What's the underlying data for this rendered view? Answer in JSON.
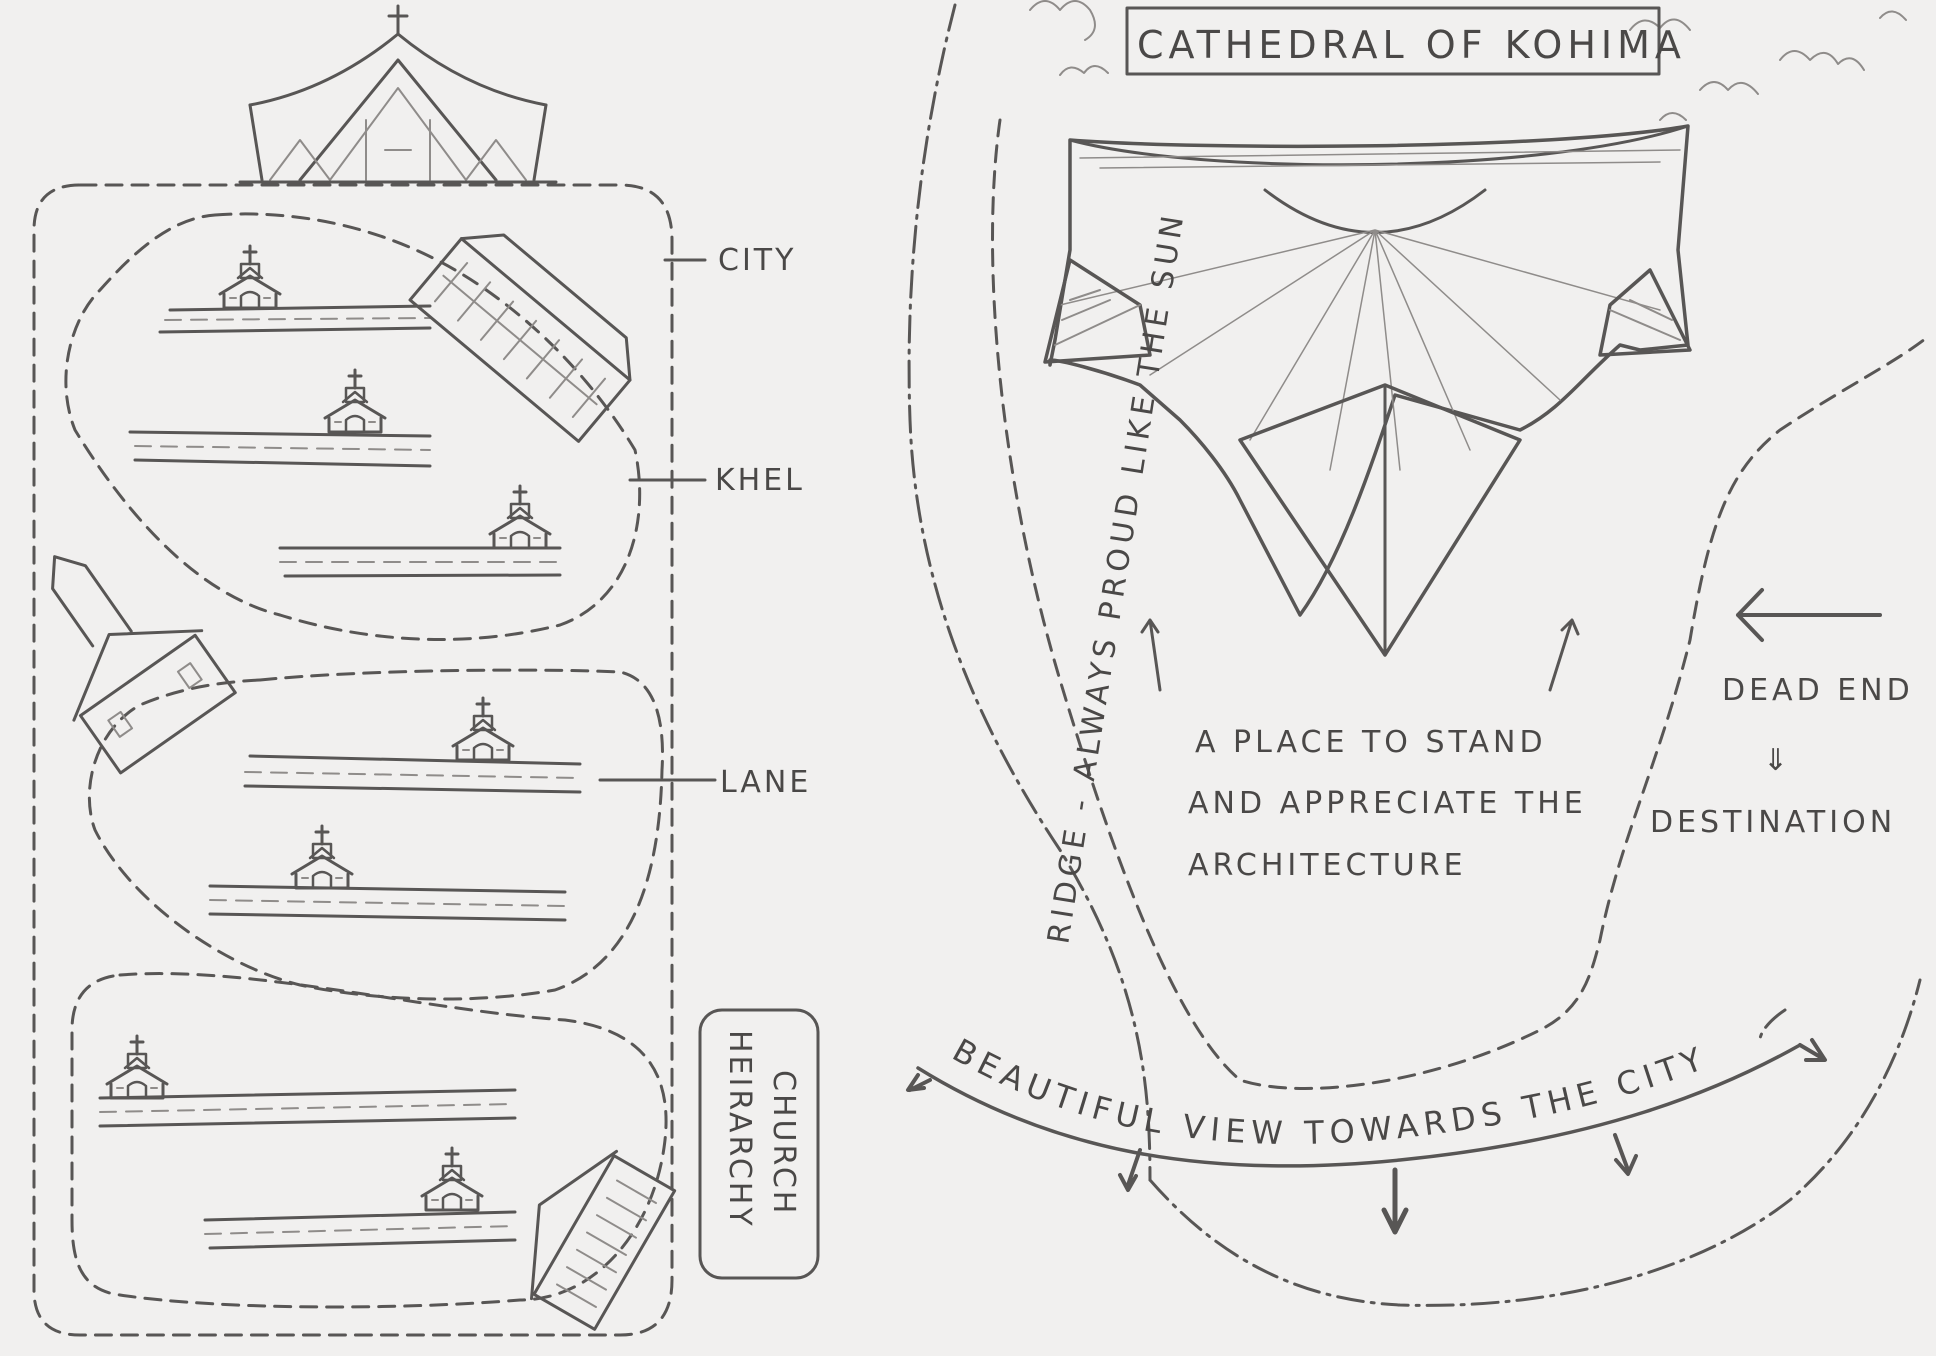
{
  "title": "CATHEDRAL  OF  KOHIMA",
  "hierarchy": {
    "city": "CITY",
    "khel": "KHEL",
    "lane": "LANE",
    "box_line1": "CHURCH",
    "box_line2": "HEIRARCHY"
  },
  "ridge_text": "RIDGE - ALWAYS PROUD LIKE THE SUN",
  "place_note": {
    "line1": "A PLACE TO STAND",
    "line2": "AND APPRECIATE THE",
    "line3": "ARCHITECTURE"
  },
  "dead_end": {
    "line1": "DEAD END",
    "arrow": "⇓",
    "line2": "DESTINATION"
  },
  "view_text": "BEAUTIFUL   VIEW   TOWARDS   THE   CITY"
}
